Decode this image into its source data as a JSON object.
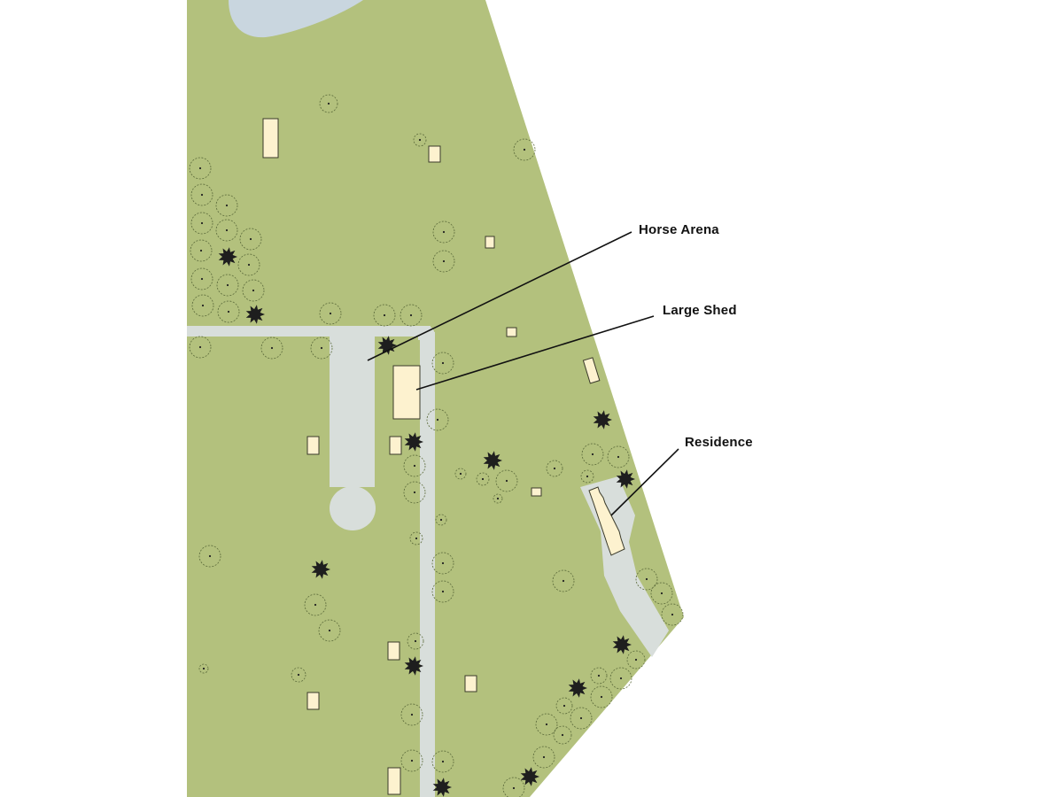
{
  "map": {
    "colors": {
      "background": "#ffffff",
      "lawn": "#b3c17d",
      "water": "#c9d6df",
      "driveway": "#d8dedb",
      "building_fill": "#fdf2cf",
      "building_stroke": "#3a3a2a",
      "tree_outline": "#5b6a3a",
      "tree_dark": "#1e1e1e",
      "leader_line": "#111111"
    },
    "labels": {
      "horse_arena": "Horse Arena",
      "large_shed": "Large Shed",
      "residence": "Residence"
    }
  }
}
